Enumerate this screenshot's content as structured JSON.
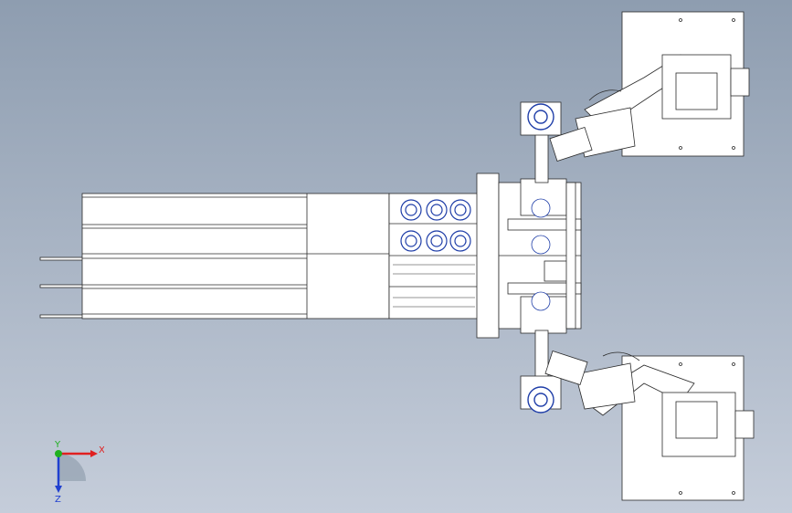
{
  "viewport": {
    "background_top": "#8e9db0",
    "background_bottom": "#c5cdda"
  },
  "model": {
    "line_color": "#2a2a2a",
    "part_fill": "#ffffff",
    "bearing_color": "#1f3ea8"
  },
  "triad": {
    "x_label": "X",
    "y_label": "Y",
    "z_label": "Z",
    "x_color": "#e02020",
    "y_color": "#20b020",
    "z_color": "#2040d0"
  }
}
